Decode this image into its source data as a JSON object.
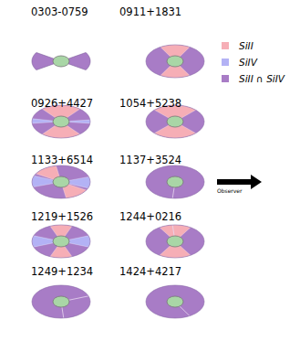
{
  "diagram": {
    "labels": [
      "0303-0759",
      "0911+1831",
      "0926+4427",
      "1054+5238",
      "1133+6514",
      "1137+3524",
      "1219+1526",
      "1244+0216",
      "1249+1234",
      "1424+4217",
      "Observer"
    ],
    "legend": [
      {
        "text": "SiII",
        "color": "#f6aeb6"
      },
      {
        "text": "SiIV",
        "color": "#b3b2f5"
      },
      {
        "text": "SiII ∩ SiIV",
        "color": "#a87cc6"
      }
    ]
  }
}
